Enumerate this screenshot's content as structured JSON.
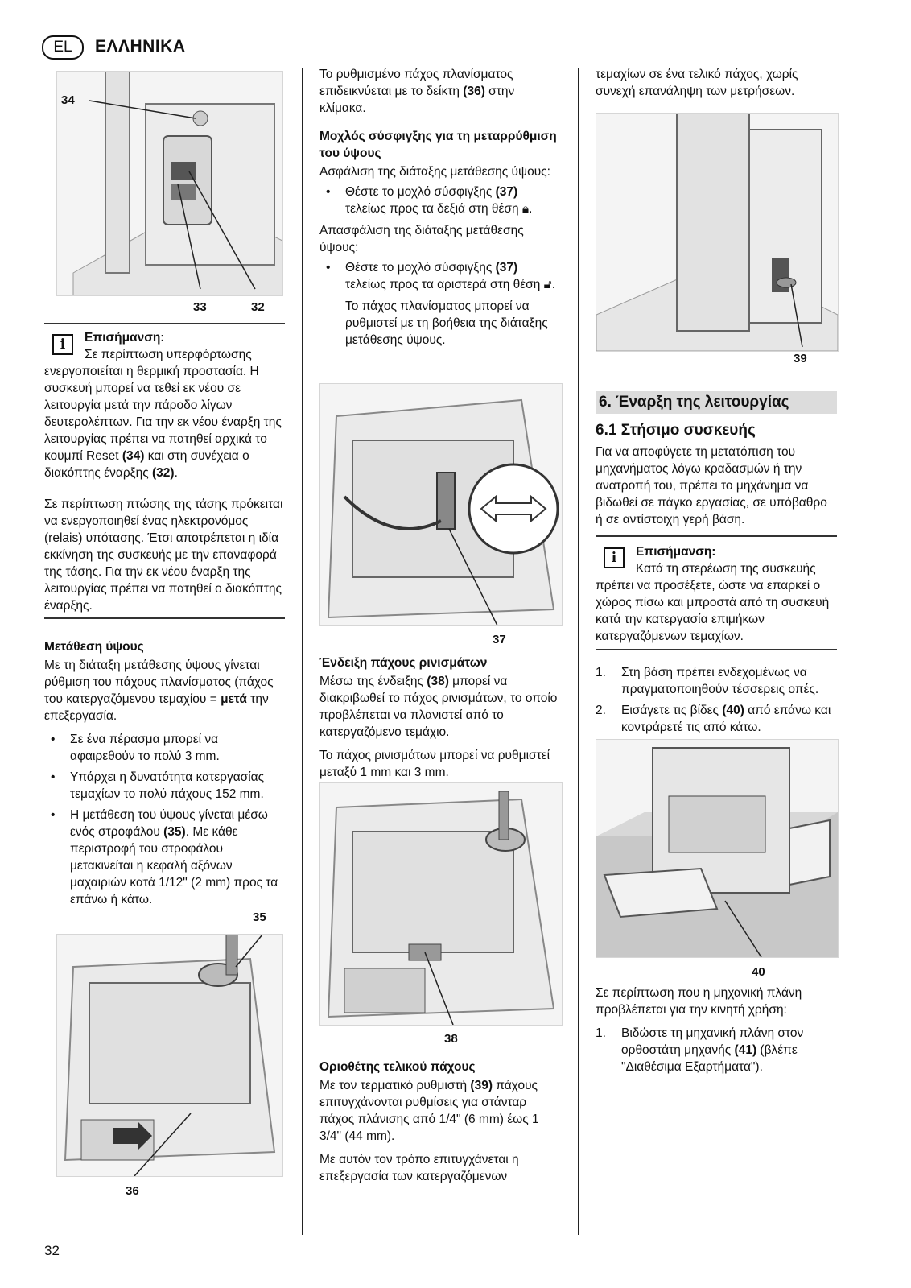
{
  "header": {
    "lang_code": "EL",
    "lang_title": "ΕΛΛΗΝΙΚΑ"
  },
  "page_number": "32",
  "col1": {
    "fig1_labels": [
      "34",
      "33",
      "32"
    ],
    "note1": {
      "title": "Επισήμανση:",
      "text_a": "Σε περίπτωση υπερφόρτωσης ενεργοποιείται η θερμική προστασία. Η συσκευή μπορεί να τεθεί εκ νέου σε λειτουργία μετά την πάροδο λίγων δευτερολέπτων. Για την εκ νέου έναρξη της λειτουργίας πρέπει να πατηθεί αρχικά το κουμπί Reset ",
      "ref_a": "(34)",
      "text_b": " και στη συνέχεια ο διακόπτης έναρξης ",
      "ref_b": "(32)",
      "text_c": "."
    },
    "para_voltage": "Σε περίπτωση πτώσης της τάσης πρόκειται να ενεργοποιηθεί ένας ηλεκτρονόμος (relais) υπότασης. Έτσι αποτρέπεται η ιδία εκκίνηση της συσκευής με την επαναφορά της τάσης. Για την εκ νέου έναρξη της λειτουργίας πρέπει να πατηθεί ο διακόπτης έναρξης.",
    "height_heading": "Μετάθεση ύψους",
    "height_para_a": "Με τη διάταξη μετάθεσης ύψους γίνεται ρύθμιση του πάχους πλανίσματος (πάχος του κατεργαζόμενου τεμαχίου = ",
    "height_para_bold": "μετά",
    "height_para_b": " την επεξεργασία.",
    "bullet1": "Σε ένα πέρασμα μπορεί να αφαιρεθούν το πολύ 3 mm.",
    "bullet2": "Υπάρχει η δυνατότητα κατεργασίας τεμαχίων το πολύ πάχους 152 mm.",
    "bullet3_a": "Η μετάθεση του ύψους γίνεται μέσω ενός στροφάλου ",
    "bullet3_ref": "(35)",
    "bullet3_b": ". Με κάθε περιστροφή του στροφάλου μετακινείται η κεφαλή αξόνων μαχαιριών κατά 1/12\" (2 mm) προς τα επάνω ή κάτω.",
    "fig2_labels": [
      "35",
      "36"
    ]
  },
  "col2": {
    "para_indicator_a": "Το ρυθμισμένο πάχος πλανίσματος επιδεικνύεται με το δείκτη ",
    "para_indicator_ref": "(36)",
    "para_indicator_b": " στην κλίμακα.",
    "lever_heading": "Μοχλός σύσφιγξης για τη μεταρρύθμιση του ύψους",
    "lock_text": "Ασφάλιση της διάταξης μετάθεσης ύψους:",
    "lock_bullet_a": "Θέστε το μοχλό σύσφιγξης ",
    "lock_bullet_ref": "(37)",
    "lock_bullet_b": " τελείως προς τα δεξιά στη θέση ",
    "lock_symbol": "🔒︎",
    "unlock_text": "Απασφάλιση της διάταξης μετάθεσης ύψους:",
    "unlock_bullet_a": "Θέστε το μοχλό σύσφιγξης ",
    "unlock_bullet_ref": "(37)",
    "unlock_bullet_b": " τελείως προς τα αριστερά στη θέση ",
    "unlock_symbol": "🔓︎",
    "unlock_follow": "Το πάχος πλανίσματος μπορεί να ρυθμιστεί με τη βοήθεια της διάταξης μετάθεσης ύψους.",
    "fig3_label": "37",
    "chip_heading": "Ένδειξη πάχους ρινισμάτων",
    "chip_para_a": "Μέσω της ένδειξης ",
    "chip_para_ref": "(38)",
    "chip_para_b": " μπορεί να διακριβωθεί  το πάχος ρινισμάτων, το οποίο προβλέπεται να πλανιστεί από το κατεργαζόμενο τεμάχιο.",
    "chip_para2": "Το πάχος ρινισμάτων μπορεί να ρυθμιστεί μεταξύ 1 mm και 3 mm.",
    "fig4_label": "38",
    "limit_heading": "Οριοθέτης τελικού πάχους",
    "limit_para_a": "Με τον τερματικό ρυθμιστή ",
    "limit_para_ref": "(39)",
    "limit_para_b": " πάχους επιτυγχάνονται ρυθμίσεις για στάνταρ πάχος πλάνισης από 1/4\" (6 mm) έως 1 3/4\" (44 mm).",
    "limit_para2": "Με αυτόν τον τρόπο επιτυγχάνεται η επεξεργασία των κατεργαζόμενων"
  },
  "col3": {
    "cont_para": "τεμαχίων σε ένα τελικό πάχος, χωρίς συνεχή επανάληψη των μετρήσεων.",
    "fig5_label": "39",
    "section_heading": "6.   Έναρξη της λειτουργίας",
    "subsection_heading": "6.1   Στήσιμο συσκευής",
    "setup_para": "Για να αποφύγετε τη μετατόπιση του μηχανήματος λόγω κραδασμών ή την ανατροπή του, πρέπει το μηχάνημα να βιδωθεί σε πάγκο εργασίας, σε υπόβαθρο ή σε αντίστοιχη γερή βάση.",
    "note2": {
      "title": "Επισήμανση:",
      "text": "Κατά τη στερέωση της συσκευής πρέπει να προσέξετε, ώστε να επαρκεί ο χώρος πίσω και μπροστά από τη συσκευή κατά την κατεργασία επιμήκων κατεργαζόμενων τεμαχίων."
    },
    "steps": [
      {
        "num": "1.",
        "text": "Στη βάση πρέπει ενδεχομένως να πραγματοποιηθούν τέσσερεις οπές."
      },
      {
        "num": "2.",
        "text_a": "Εισάγετε τις βίδες ",
        "ref": "(40)",
        "text_b": " από επάνω και κοντράρετέ τις από κάτω."
      }
    ],
    "fig6_label": "40",
    "mobile_para": "Σε περίπτωση που η μηχανική πλάνη προβλέπεται για την κινητή χρήση:",
    "mobile_step": {
      "num": "1.",
      "text_a": "Βιδώστε τη μηχανική πλάνη στον ορθοστάτη μηχανής ",
      "ref": "(41)",
      "text_b": " (βλέπε \"Διαθέσιμα Εξαρτήματα\")."
    }
  }
}
